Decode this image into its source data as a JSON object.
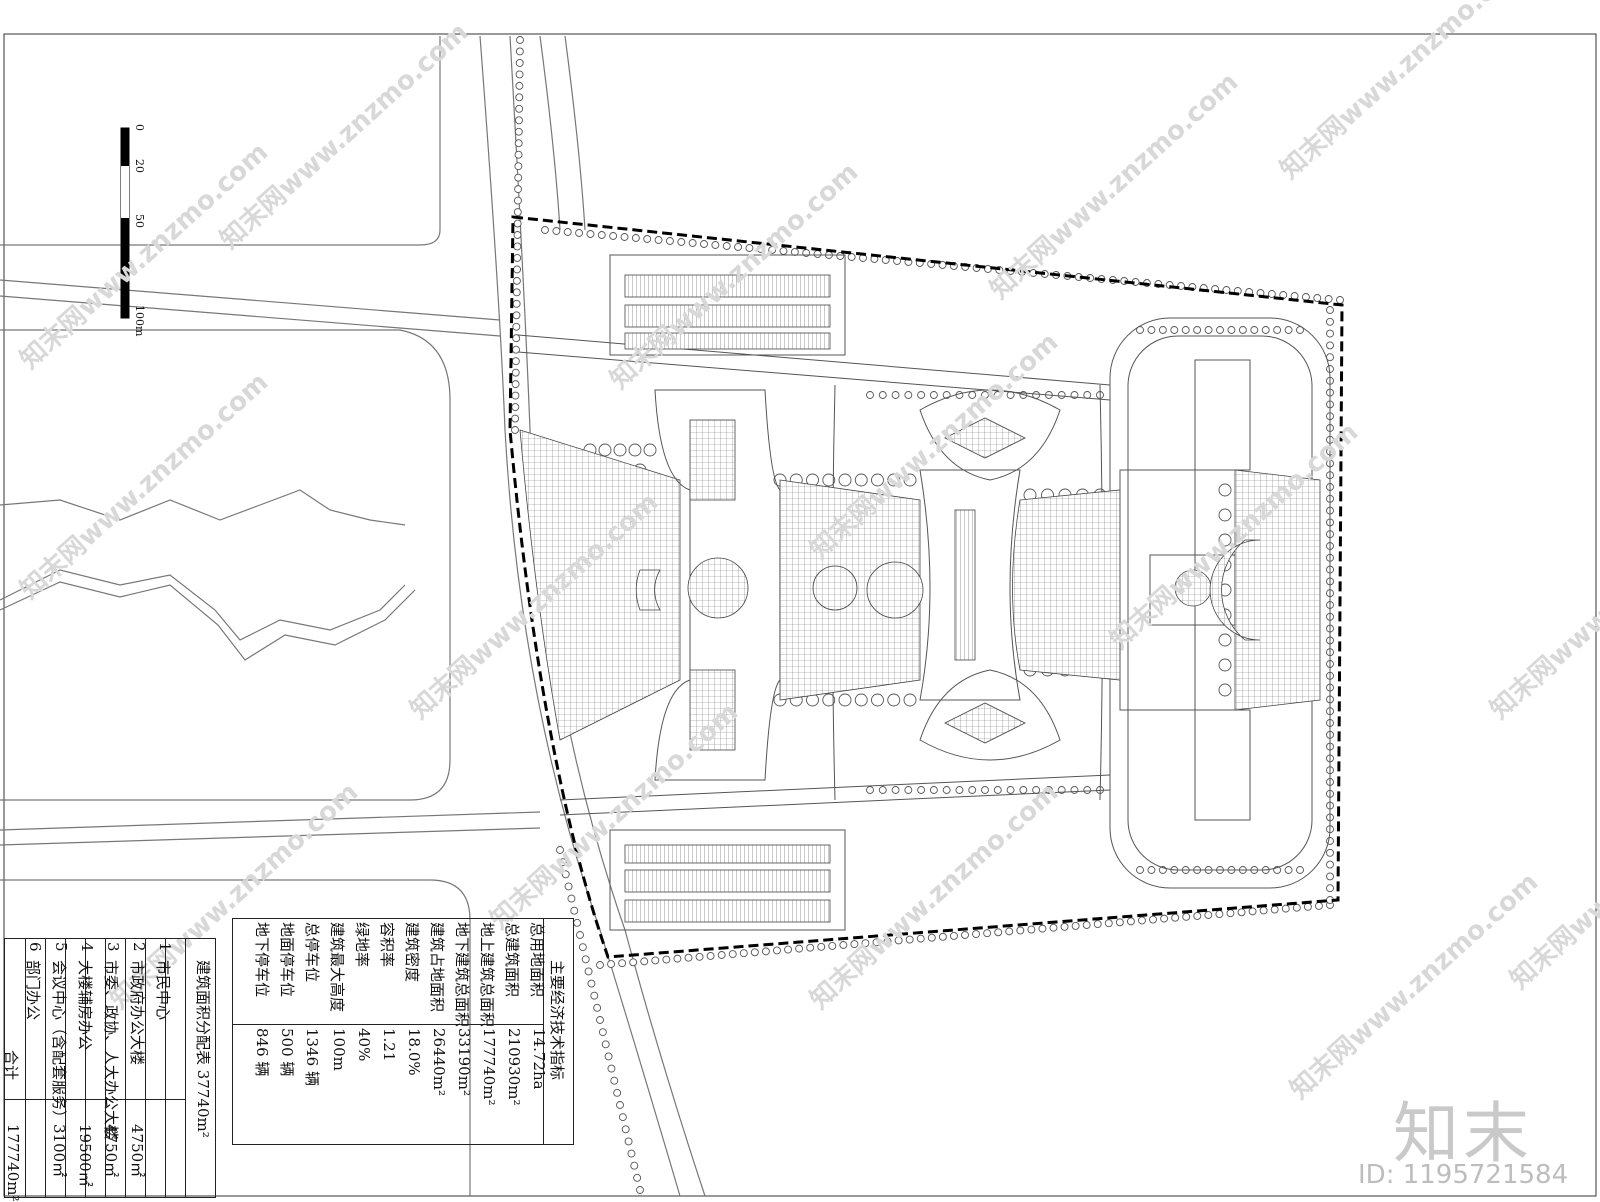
{
  "scale_bar": {
    "ticks": [
      "0",
      "20",
      "50",
      "100m"
    ]
  },
  "area_table": {
    "title": "建筑面积分配表 37740m²",
    "rows": [
      {
        "no": "1",
        "name": "市民中心",
        "value": ""
      },
      {
        "no": "2",
        "name": "市政府办公大楼",
        "value": "4750㎡"
      },
      {
        "no": "3",
        "name": "市委、政协、人大办公大楼",
        "value": "4750㎡"
      },
      {
        "no": "4",
        "name": "大楼辅房办公",
        "value": "19500㎡"
      },
      {
        "no": "5",
        "name": "会议中心（含配套服务）",
        "value": "3100㎡"
      },
      {
        "no": "6",
        "name": "部门办公",
        "value": ""
      }
    ],
    "total_label": "合计",
    "total_value": "177740m²"
  },
  "indicator_table": {
    "title": "主要经济技术指标",
    "rows": [
      {
        "name": "总用地面积",
        "value": "14.72ha"
      },
      {
        "name": "总建筑面积",
        "value": "210930m²"
      },
      {
        "name": "地上建筑总面积",
        "value": "177740m²"
      },
      {
        "name": "地下建筑总面积",
        "value": "33190m²"
      },
      {
        "name": "建筑占地面积",
        "value": "26440m²"
      },
      {
        "name": "建筑密度",
        "value": "18.0%"
      },
      {
        "name": "容积率",
        "value": "1.21"
      },
      {
        "name": "绿地率",
        "value": "40%"
      },
      {
        "name": "建筑最大高度",
        "value": "100m"
      },
      {
        "name": "总停车位",
        "value": "1346 辆"
      },
      {
        "name": "地面停车位",
        "value": "500 辆"
      },
      {
        "name": "地下停车位",
        "value": "846 辆"
      }
    ]
  },
  "watermark": {
    "text": "知末网www.znzmo.com"
  },
  "brand": {
    "logo_text": "知末",
    "id_text": "ID: 1195721584"
  }
}
